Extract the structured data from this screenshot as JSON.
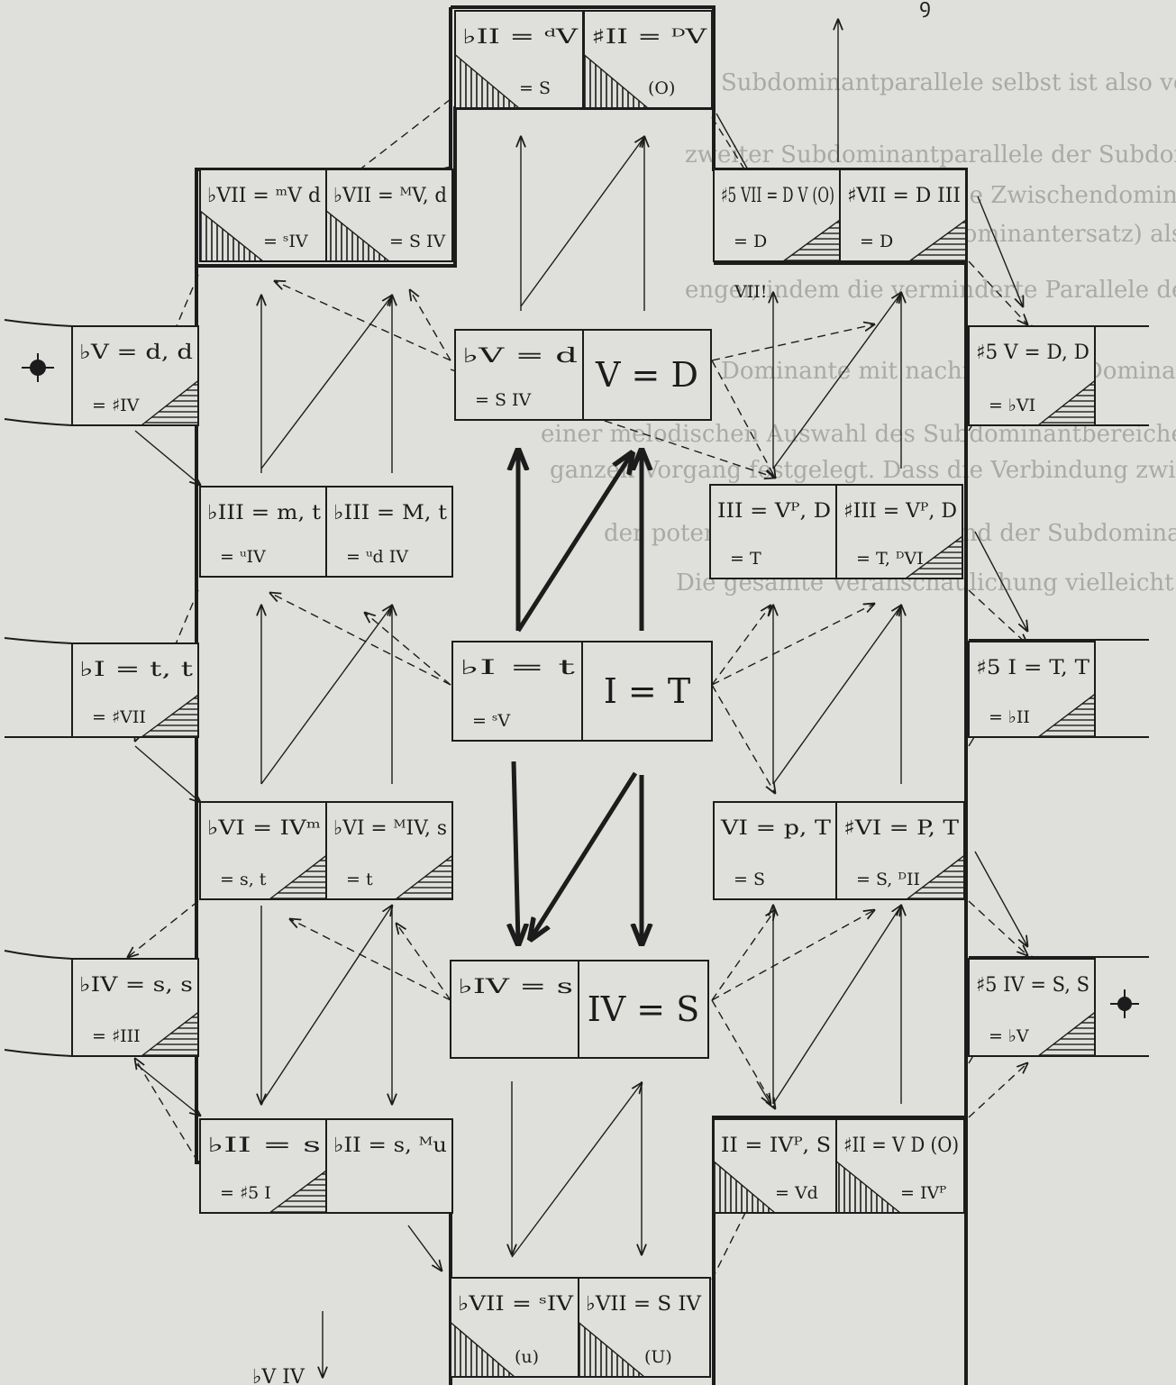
{
  "bg_text": [
    "Subdominantparallele selbst ist also vorteilhaft",
    "zweiter Subdominantparallele der Subdominante, die Subdominant-",
    "parallele. Durch diese Zwischendominante wird nun dem",
    "deuten Dreiklang (Dominantersatz) als Mittelglied für die Verbindung",
    "enger, indem die verminderte Parallele der Subdominante gleich",
    "Dominante mit nachfolgender Dominante, so wird die",
    "einer melodischen Auswahl des Subdominantbereiches",
    "ganzen Vorgang festgelegt. Dass die Verbindung zwischen",
    "der potenzierten Dominante und der Subdominante",
    "Die gesamte Veranschaulichung vielleicht in einem Bilde"
  ],
  "cells": {
    "c_bII": {
      "main": "♭II = ᵈV",
      "sub": "= S"
    },
    "c_sII": {
      "main": "♯II = ᴰV",
      "sub": "(O)"
    },
    "c_bVIIm": {
      "main": "♭VII = ᵐV d",
      "sub": "= ˢIV"
    },
    "c_bVIIM": {
      "main": "♭VII = ᴹV, d",
      "sub": "= S IV"
    },
    "c_s5VII": {
      "main": "♯5 VII = D V (O)",
      "sub": "= D"
    },
    "c_sVII": {
      "main": "♯VII = D III",
      "sub": "= D"
    },
    "c_bV_left": {
      "main": "♭V = d, d",
      "sub": "= ♯IV"
    },
    "c_bV_center": {
      "main": "♭V = d",
      "sub": "= S IV"
    },
    "c_V_center": {
      "main": "V = D",
      "sub": ""
    },
    "c_s5V_right": {
      "main": "♯5 V = D, D",
      "sub": "= ♭VI"
    },
    "c_bIIIm": {
      "main": "♭III = m, t",
      "sub": "= ᵘIV"
    },
    "c_bIIIM": {
      "main": "♭III = M, t",
      "sub": "= ᵘd IV"
    },
    "c_III": {
      "main": "III = Vᴾ, D",
      "sub": "= T"
    },
    "c_sIII": {
      "main": "♯III = Vᴾ, D",
      "sub": "= T, ᴰVI"
    },
    "c_bI_left": {
      "main": "♭I = t, t",
      "sub": "= ♯VII"
    },
    "c_bI_center": {
      "main": "♭I = t",
      "sub": "= ˢV"
    },
    "c_I_center": {
      "main": "I = T",
      "sub": ""
    },
    "c_s5I_right": {
      "main": "♯5 I = T, T",
      "sub": "= ♭II"
    },
    "c_bVIm": {
      "main": "♭VI = IVᵐ",
      "sub": "= s, t"
    },
    "c_bVIM": {
      "main": "♭VI = ᴹIV, s",
      "sub": "= t"
    },
    "c_VI": {
      "main": "VI = p, T",
      "sub": "= S"
    },
    "c_sVI": {
      "main": "♯VI = P, T",
      "sub": "= S, ᴰII"
    },
    "c_bIV_left": {
      "main": "♭IV = s, s",
      "sub": "= ♯III"
    },
    "c_bIV_center": {
      "main": "♭IV = s",
      "sub": ""
    },
    "c_IV_center": {
      "main": "IV = S",
      "sub": ""
    },
    "c_s5IV_right": {
      "main": "♯5 IV = S, S",
      "sub": "= ♭V"
    },
    "c_bIIm": {
      "main": "♭II = s",
      "sub": "= ♯5 I"
    },
    "c_bIIM": {
      "main": "♭II = s, ᴹu",
      "sub": ""
    },
    "c_II": {
      "main": "II = IVᴾ, S",
      "sub": "= Vd"
    },
    "c_sIIbot": {
      "main": "♯II = V D (O)",
      "sub": "= IVᴾ"
    },
    "c_bVIIu": {
      "main": "♭VII = ˢIV",
      "sub": "(u)"
    },
    "c_bVIIU": {
      "main": "♭VII = S IV",
      "sub": "(U)"
    }
  },
  "annotations": {
    "vii_excl": "VII!",
    "bottom_label": "♭V  IV",
    "top_right_scribble": "ꝯ"
  },
  "colors": {
    "ink": "#1c1c1c",
    "paper": "#dfe0dc",
    "ghost_text": "#a9aaa6"
  },
  "icons": [
    "left-ring-symbol",
    "right-ring-symbol"
  ]
}
